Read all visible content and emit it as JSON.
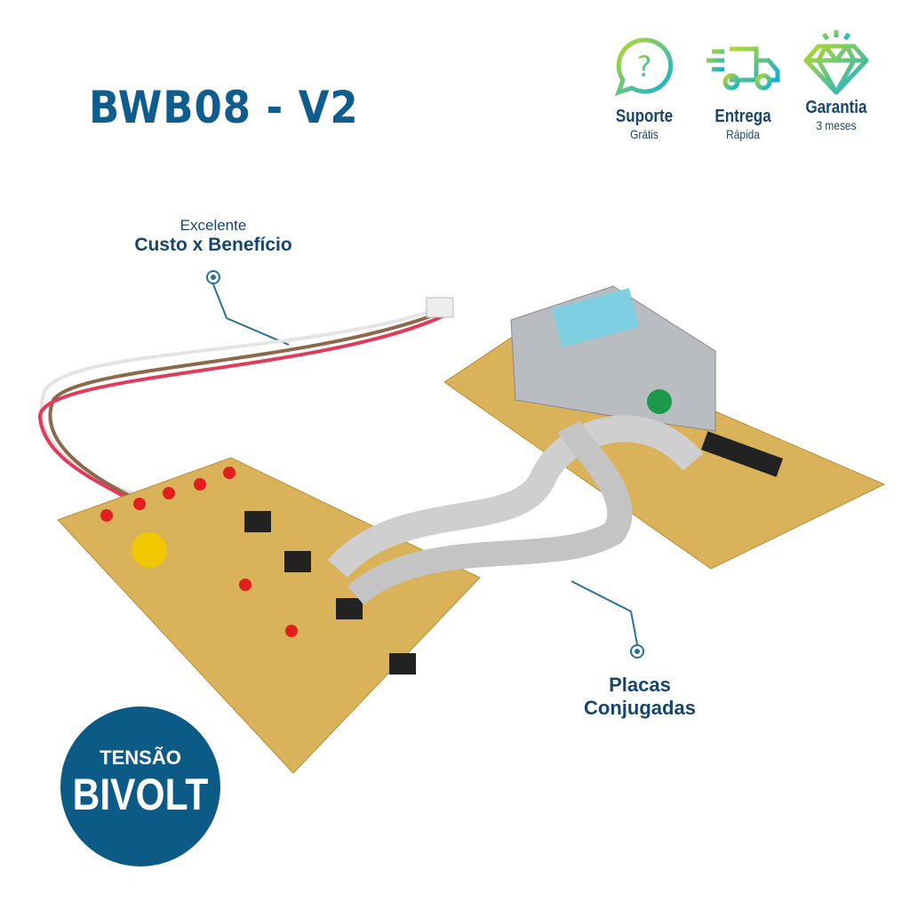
{
  "title": "BWB08 - V2",
  "features": [
    {
      "icon": "speech-question-icon",
      "label": "Suporte",
      "sub": "Grátis"
    },
    {
      "icon": "delivery-truck-icon",
      "label": "Entrega",
      "sub": "Rápida"
    },
    {
      "icon": "diamond-icon",
      "label": "Garantia",
      "sub": "3 meses"
    }
  ],
  "callout_top": {
    "line1": "Excelente",
    "line2": "Custo x Benefício"
  },
  "callout_bottom": {
    "line1": "Placas",
    "line2": "Conjugadas"
  },
  "badge": {
    "line1": "TENSÃO",
    "line2": "BIVOLT"
  },
  "colors": {
    "brand": "#0e5d8c",
    "badge": "#0c5a86",
    "pcb": "#d9b25a"
  }
}
